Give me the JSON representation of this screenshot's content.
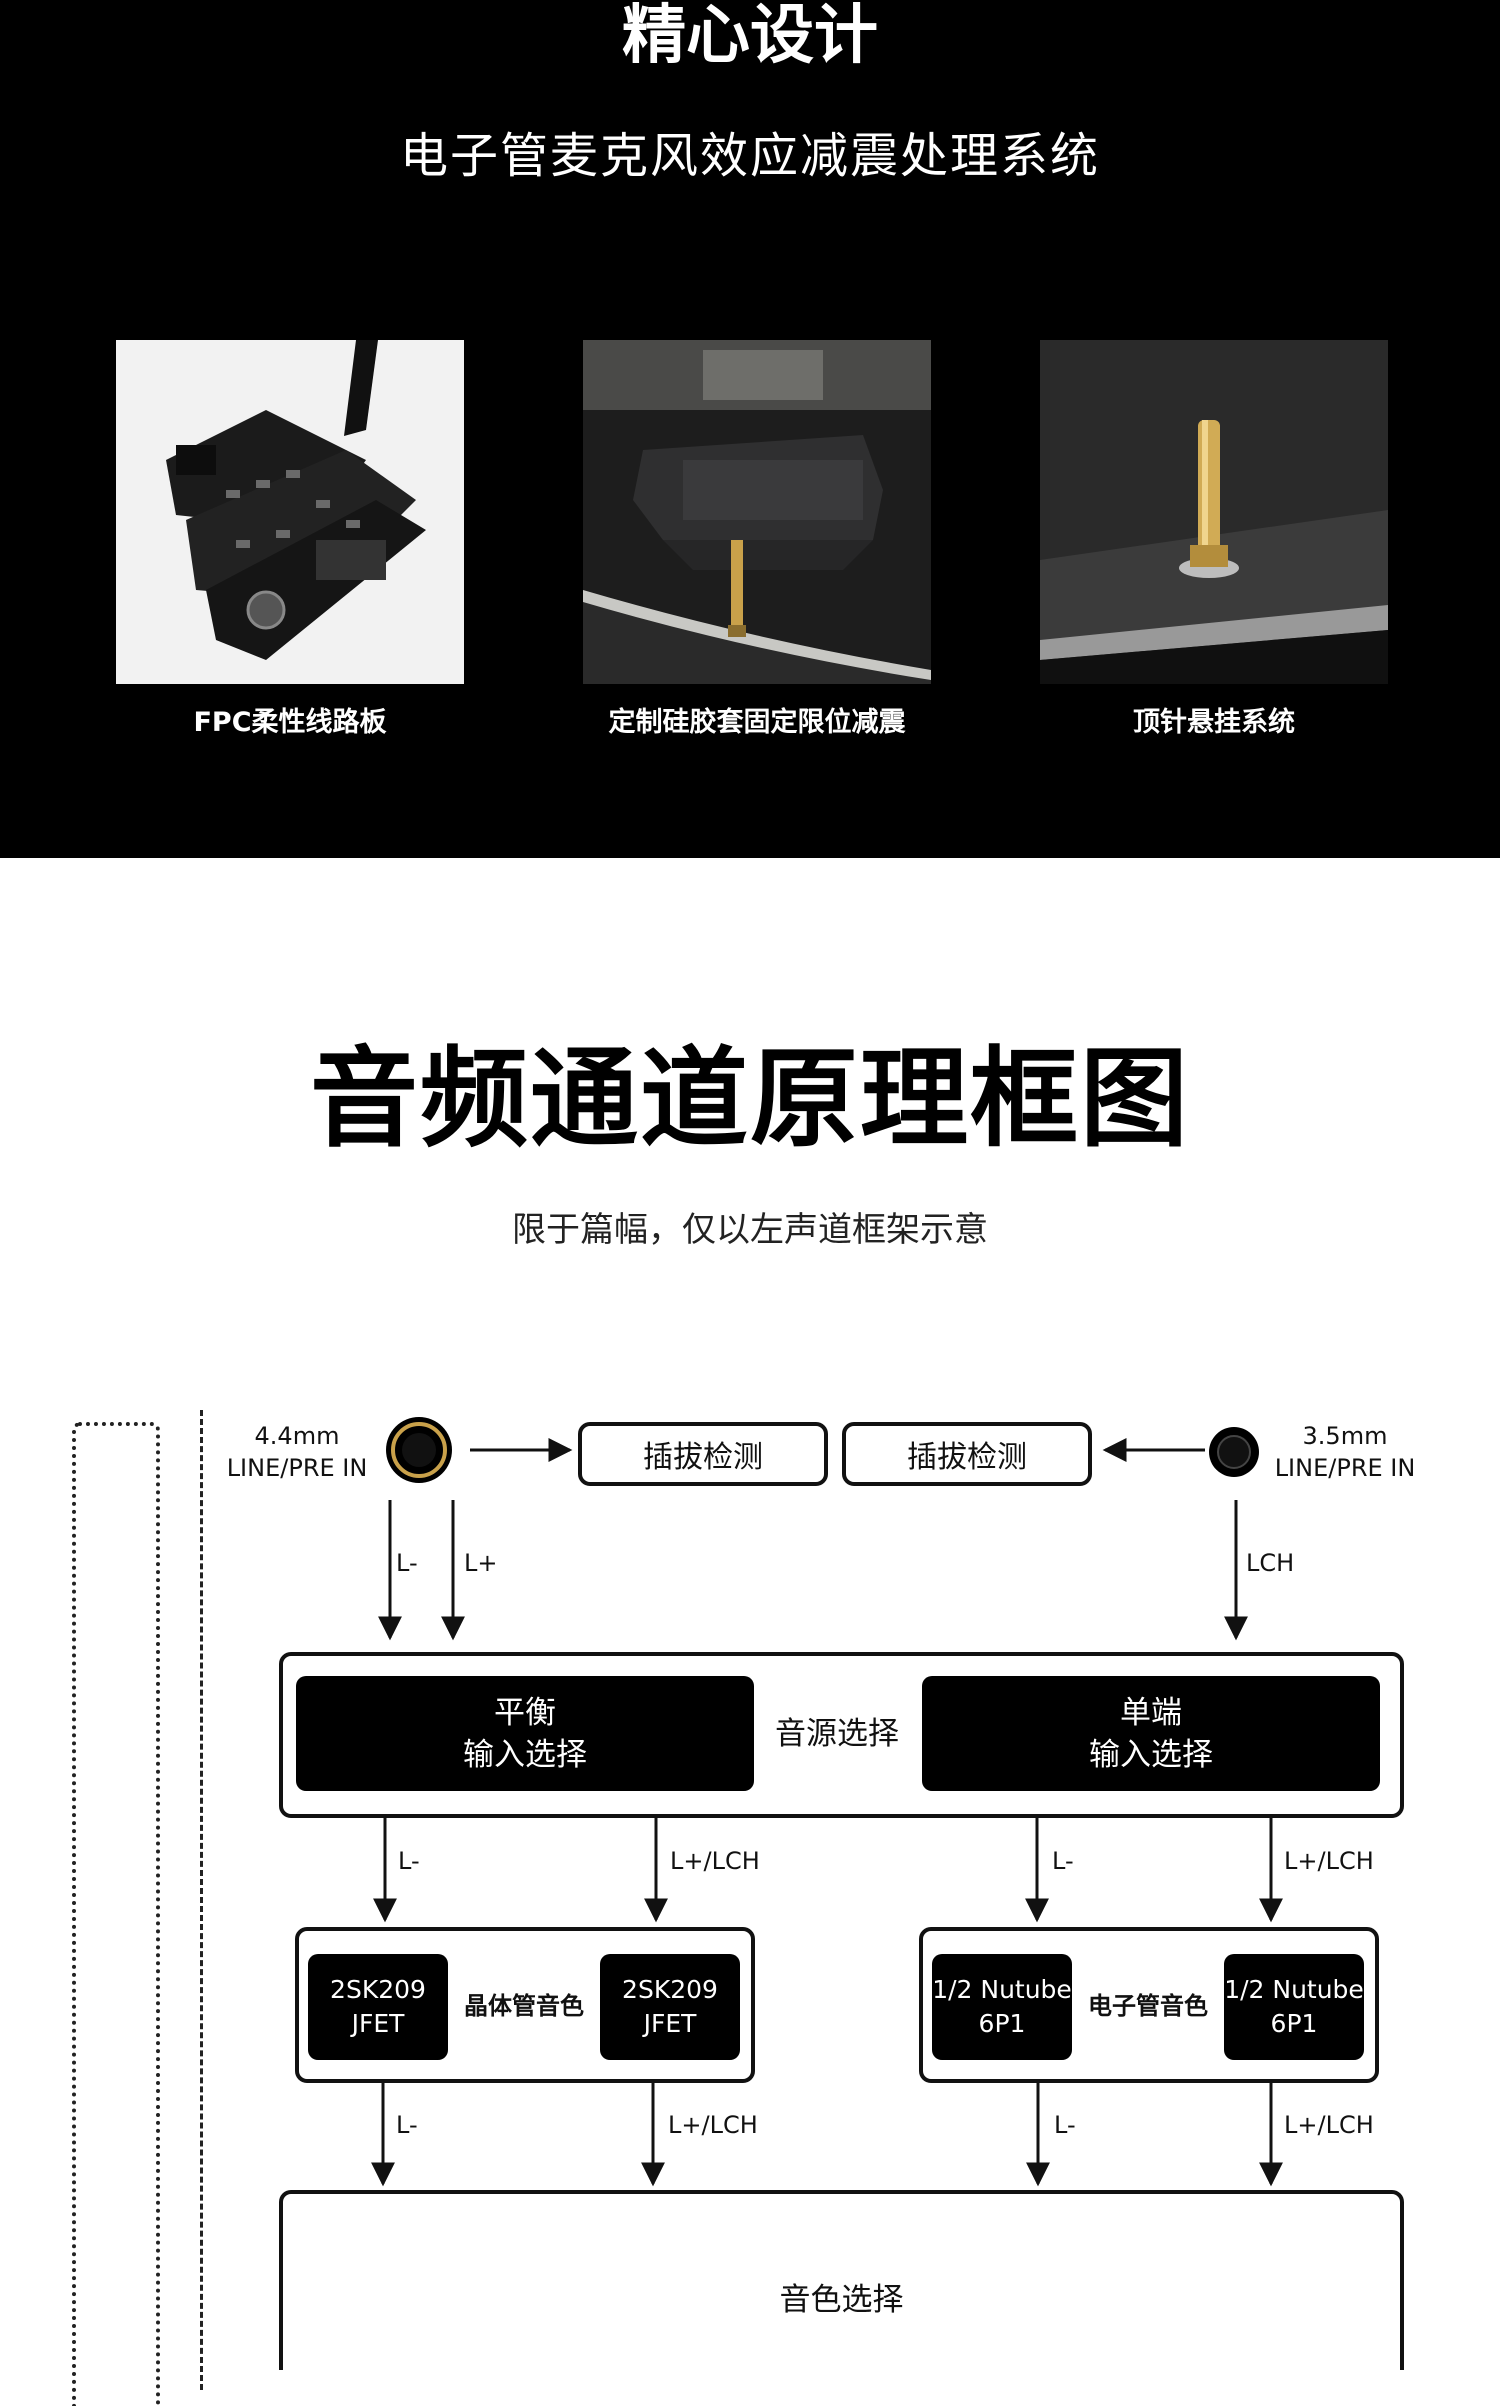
{
  "design": {
    "title": "精心设计",
    "subtitle": "电子管麦克风效应减震处理系统",
    "items": [
      {
        "caption": "FPC柔性线路板"
      },
      {
        "caption": "定制硅胶套固定限位减震"
      },
      {
        "caption": "顶针悬挂系统"
      }
    ]
  },
  "block_diagram": {
    "title": "音频通道原理框图",
    "note": "限于篇幅，仅以左声道框架示意",
    "jack_44": {
      "size": "4.4mm",
      "type": "LINE/PRE IN"
    },
    "jack_35": {
      "size": "3.5mm",
      "type": "LINE/PRE IN"
    },
    "detect_left": "插拔检测",
    "detect_right": "插拔检测",
    "input_labels": {
      "l_minus": "L-",
      "l_plus": "L+",
      "lch": "LCH"
    },
    "source_select": {
      "balanced_line1": "平衡",
      "balanced_line2": "输入选择",
      "center": "音源选择",
      "single_line1": "单端",
      "single_line2": "输入选择"
    },
    "mid_labels": {
      "a": "L-",
      "b": "L+/LCH",
      "c": "L-",
      "d": "L+/LCH"
    },
    "transistor_group": {
      "left_line1": "2SK209",
      "left_line2": "JFET",
      "center": "晶体管音色",
      "right_line1": "2SK209",
      "right_line2": "JFET"
    },
    "tube_group": {
      "left_line1": "1/2 Nutube",
      "left_line2": "6P1",
      "center": "电子管音色",
      "right_line1": "1/2 Nutube",
      "right_line2": "6P1"
    },
    "lower_labels": {
      "a": "L-",
      "b": "L+/LCH",
      "c": "L-",
      "d": "L+/LCH"
    },
    "tone_select": "音色选择"
  },
  "colors": {
    "black": "#000000",
    "white": "#ffffff",
    "gold": "#c9a14a"
  }
}
